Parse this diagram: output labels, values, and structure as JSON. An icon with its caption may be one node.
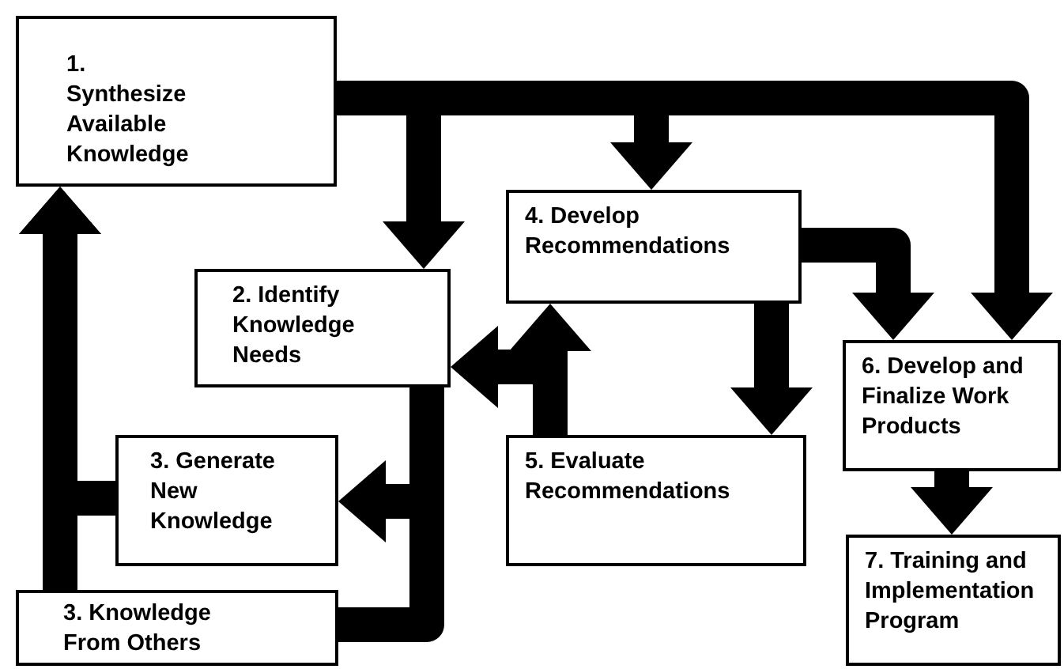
{
  "diagram": {
    "nodes": [
      {
        "text": [
          "1. Synthesize Available Knowledge"
        ]
      },
      {
        "text": [
          "2. Identify Knowledge Needs"
        ]
      },
      {
        "text": [
          "4. Develop Recommendations"
        ]
      },
      {
        "text": [
          "3. Generate New Knowledge"
        ]
      },
      {
        "text": [
          "5. Evaluate Recommendations"
        ]
      },
      {
        "text": [
          "6. Develop and Finalize Work Products"
        ]
      },
      {
        "text": [
          "3. Knowledge From Others"
        ]
      },
      {
        "text": [
          "7. Training and Implementation Program"
        ]
      }
    ],
    "edges": [
      {
        "from": 0,
        "to": 1,
        "arrow": "to"
      },
      {
        "from": 0,
        "to": 2,
        "arrow": "to"
      },
      {
        "from": 0,
        "to": 5,
        "arrow": "to"
      },
      {
        "from": 2,
        "to": 5,
        "arrow": "to"
      },
      {
        "from": 2,
        "to": 4,
        "arrow": "to"
      },
      {
        "from": 4,
        "to": 1,
        "arrow": "to"
      },
      {
        "from": 4,
        "to": 2,
        "arrow": "to"
      },
      {
        "from": 6,
        "to": 0,
        "arrow": "to"
      },
      {
        "from": 3,
        "to": 0,
        "arrow": "to"
      },
      {
        "from": 1,
        "to": 3,
        "arrow": "to"
      },
      {
        "from": 1,
        "to": 6,
        "arrow": "none"
      },
      {
        "from": 5,
        "to": 7,
        "arrow": "to"
      }
    ]
  }
}
